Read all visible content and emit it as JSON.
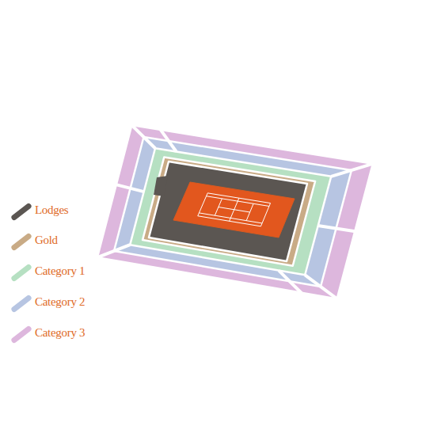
{
  "diagram": {
    "legend": [
      {
        "text": "Lodges",
        "color": "#5b5652"
      },
      {
        "text": "Gold",
        "color": "#c9ab86"
      },
      {
        "text": "Category 1",
        "color": "#b6e0c2"
      },
      {
        "text": "Category 2",
        "color": "#b7c5e2"
      },
      {
        "text": "Category 3",
        "color": "#ddb7dd"
      }
    ]
  }
}
